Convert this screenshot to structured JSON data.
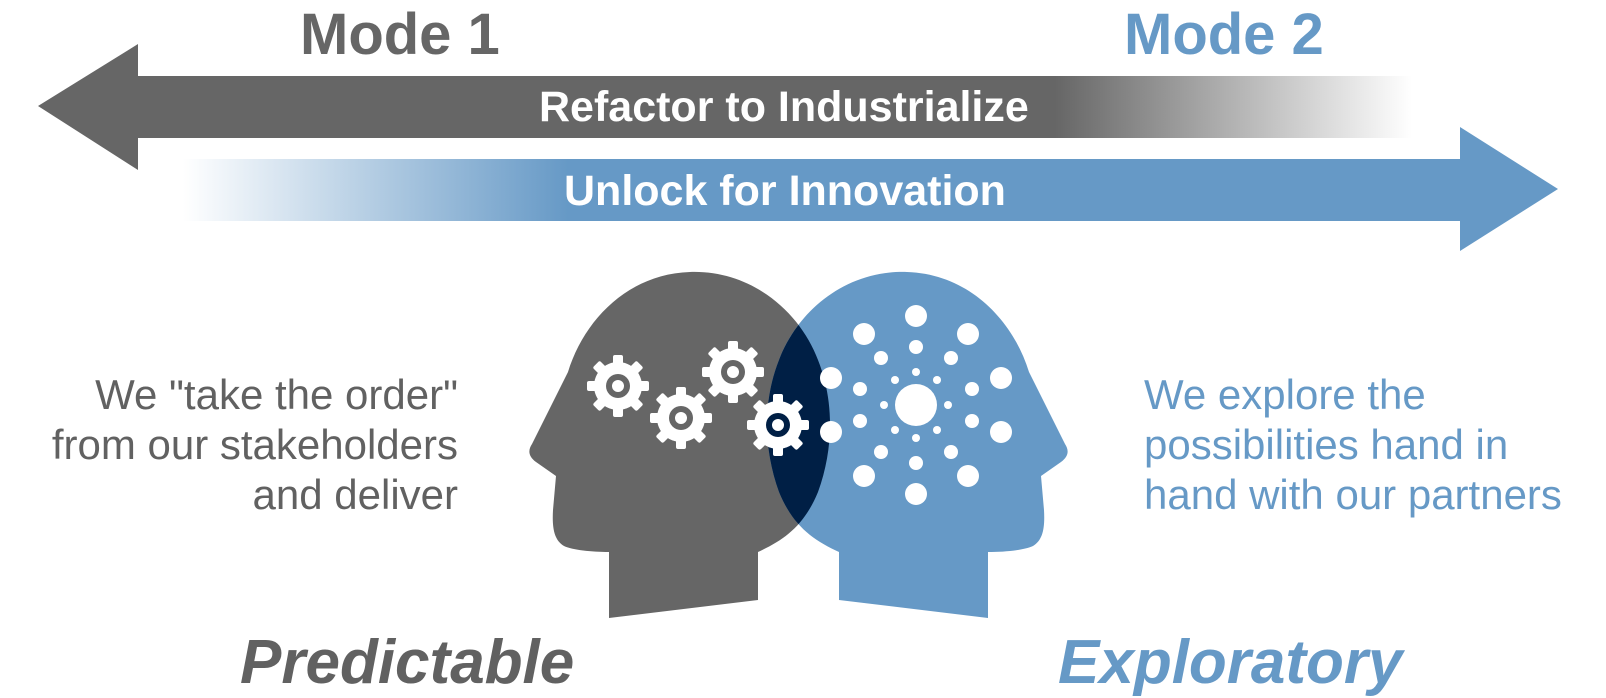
{
  "header": {
    "mode1_label": "Mode 1",
    "mode2_label": "Mode 2"
  },
  "arrows": {
    "refactor_label": "Refactor to Industrialize",
    "unlock_label": "Unlock for Innovation"
  },
  "left_side": {
    "description_lines": [
      "We \"take the order\"",
      "from our stakeholders",
      "and deliver"
    ],
    "keyword": "Predictable"
  },
  "right_side": {
    "description_lines": [
      "We explore the",
      "possibilities hand in",
      "hand with our partners"
    ],
    "keyword": "Exploratory"
  },
  "icons": {
    "left_head": "head-silhouette-with-gears-icon",
    "right_head": "head-silhouette-with-radial-dots-icon",
    "overlap": "head-overlap-icon"
  },
  "colors": {
    "gray": "#666666",
    "blue": "#6699c6",
    "navy": "#001f45",
    "white": "#ffffff"
  }
}
